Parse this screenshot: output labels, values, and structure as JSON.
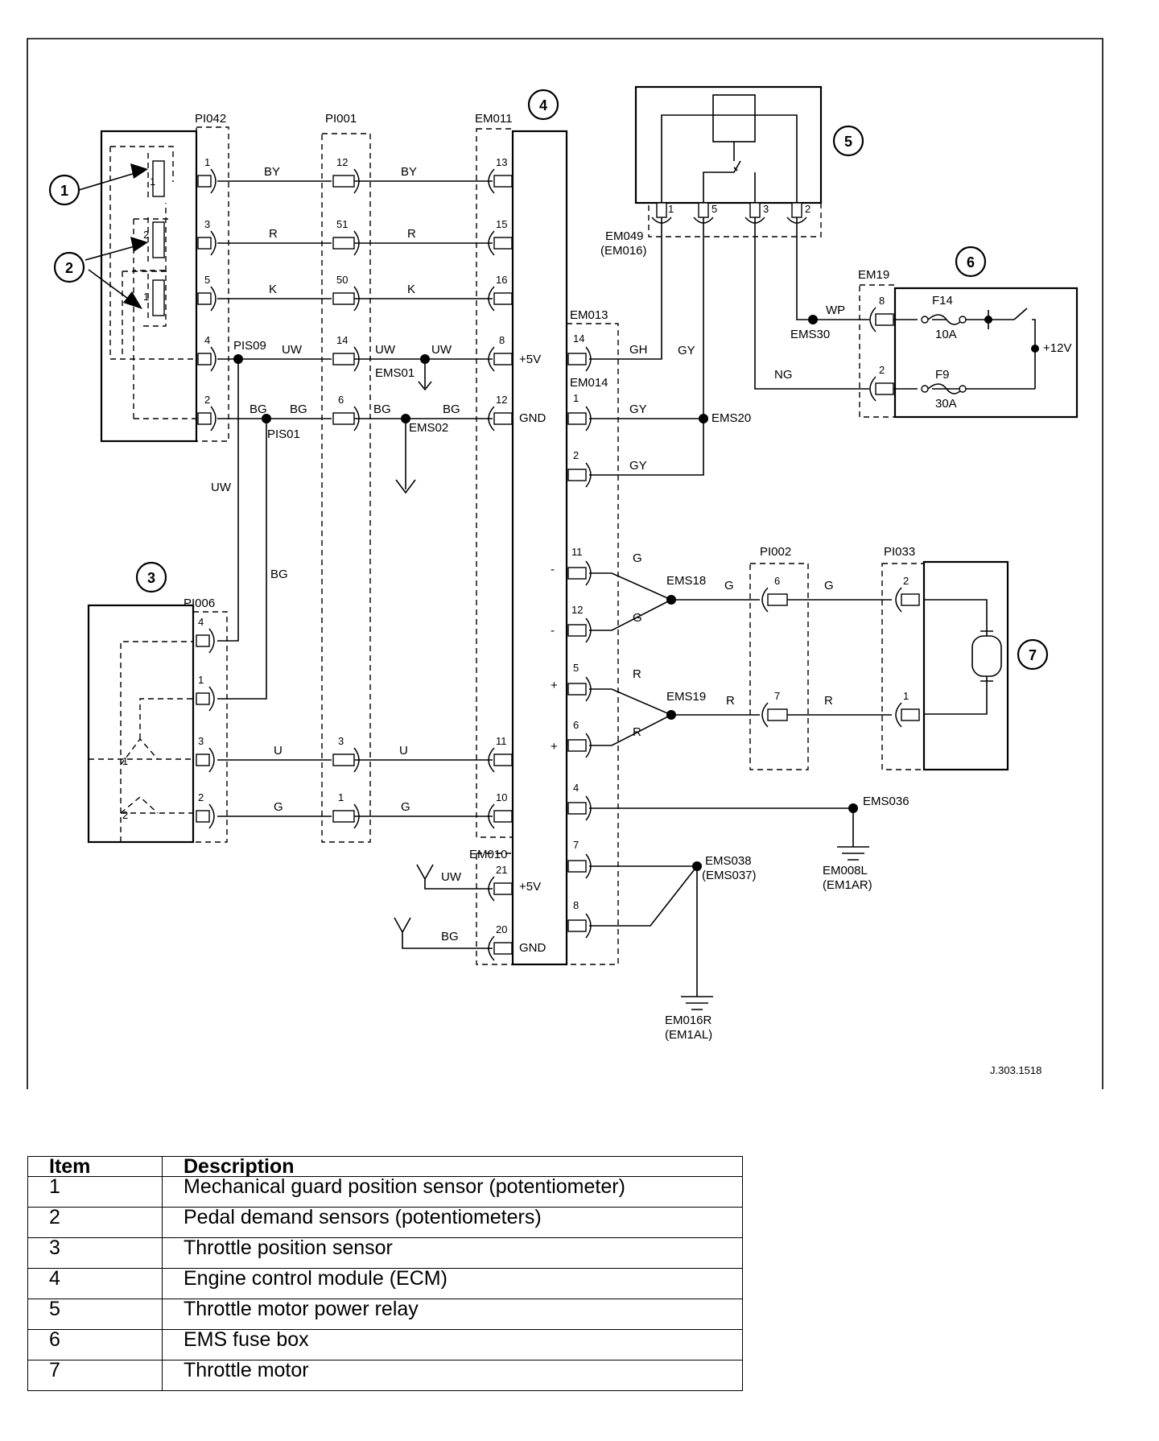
{
  "figure_ref": "J.303.1518",
  "callouts": [
    "1",
    "2",
    "3",
    "4",
    "5",
    "6",
    "7"
  ],
  "connectors": {
    "pi042": "PI042",
    "pi001": "PI001",
    "em011": "EM011",
    "em013": "EM013",
    "em014": "EM014",
    "em010": "EM010",
    "pi006": "PI006",
    "pi002": "PI002",
    "pi033": "PI033",
    "em19": "EM19",
    "em049": "EM049",
    "em049_alt": "(EM016)"
  },
  "splices": {
    "pis09": "PIS09",
    "pis01": "PIS01",
    "ems01": "EMS01",
    "ems02": "EMS02",
    "ems20": "EMS20",
    "ems30": "EMS30",
    "ems18": "EMS18",
    "ems19": "EMS19",
    "ems036": "EMS036",
    "ems038": "EMS038",
    "ems038_alt": "(EMS037)"
  },
  "grounds": {
    "em008l": "EM008L",
    "em008l_alt": "(EM1AR)",
    "em016r": "EM016R",
    "em016r_alt": "(EM1AL)"
  },
  "wire_colors": {
    "by": "BY",
    "r": "R",
    "k": "K",
    "uw": "UW",
    "bg": "BG",
    "u": "U",
    "g": "G",
    "gh": "GH",
    "gy": "GY",
    "wp": "WP",
    "ng": "NG"
  },
  "ecm_labels": {
    "plus5v": "+5V",
    "gnd": "GND",
    "minus": "-",
    "plus": "+"
  },
  "fuses": {
    "f14": "F14",
    "f14_rating": "10A",
    "f9": "F9",
    "f9_rating": "30A",
    "supply": "+12V"
  },
  "pins": {
    "pi042": [
      "1",
      "3",
      "5",
      "4",
      "2"
    ],
    "pi001": [
      "12",
      "51",
      "50",
      "14",
      "6",
      "3",
      "1"
    ],
    "em011": [
      "13",
      "15",
      "16",
      "8",
      "12",
      "11",
      "10"
    ],
    "em010": [
      "21",
      "20"
    ],
    "em013": [
      "14"
    ],
    "em014": [
      "1",
      "2",
      "11",
      "12",
      "5",
      "6",
      "4",
      "7",
      "8"
    ],
    "pi006": [
      "4",
      "1",
      "3",
      "2"
    ],
    "relay": [
      "1",
      "5",
      "3",
      "2"
    ],
    "em19": [
      "8",
      "2"
    ],
    "pi002": [
      "6",
      "7"
    ],
    "pi033": [
      "2",
      "1"
    ],
    "sensor_internal": [
      "2",
      "1",
      "1",
      "1",
      "2"
    ]
  },
  "legend": {
    "headers": [
      "Item",
      "Description"
    ],
    "rows": [
      [
        "1",
        "Mechanical guard position sensor (potentiometer)"
      ],
      [
        "2",
        "Pedal demand sensors (potentiometers)"
      ],
      [
        "3",
        "Throttle position sensor"
      ],
      [
        "4",
        "Engine control module (ECM)"
      ],
      [
        "5",
        "Throttle motor power relay"
      ],
      [
        "6",
        "EMS fuse box"
      ],
      [
        "7",
        "Throttle motor"
      ]
    ]
  }
}
